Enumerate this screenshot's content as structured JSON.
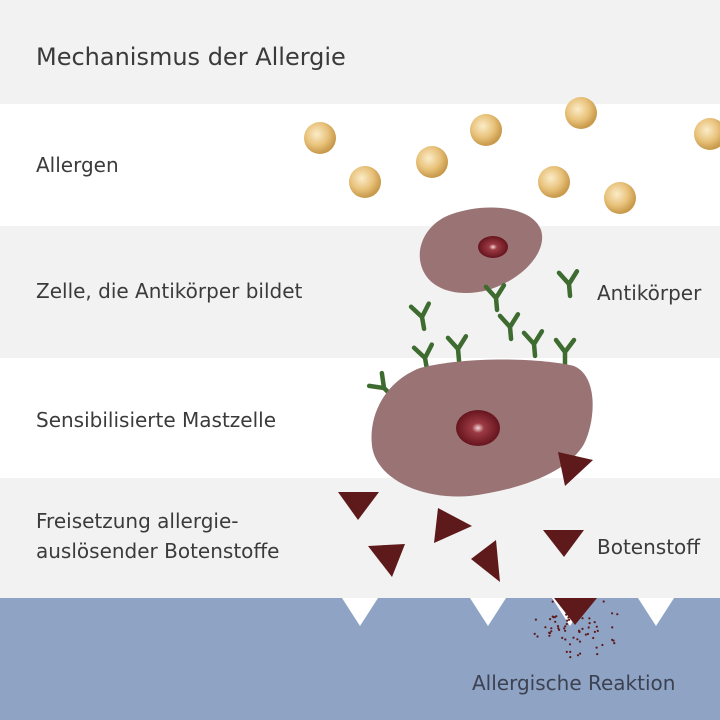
{
  "title": "Mechanismus der Allergie",
  "rows": {
    "allergen": "Allergen",
    "antibody_cell": "Zelle, die Antikörper bildet",
    "mast_cell": "Sensibilisierte Mastzelle",
    "release_line1": "Freisetzung allergie-",
    "release_line2": "auslösender Botenstoffe",
    "reaction": "Allergische Reaktion"
  },
  "side_labels": {
    "antibody": "Antikörper",
    "messenger": "Botenstoff"
  },
  "colors": {
    "band_light": "#f2f2f2",
    "band_white": "#ffffff",
    "tissue": "#8fa3c4",
    "allergen": "#e5bf75",
    "cell": "#9a7474",
    "nucleus": "#7a1f28",
    "antibody": "#3e6b2f",
    "messenger": "#5e1a1a"
  },
  "icons": {
    "allergen": "sphere-icon",
    "antibody": "y-antibody-icon",
    "messenger": "triangle-icon"
  }
}
